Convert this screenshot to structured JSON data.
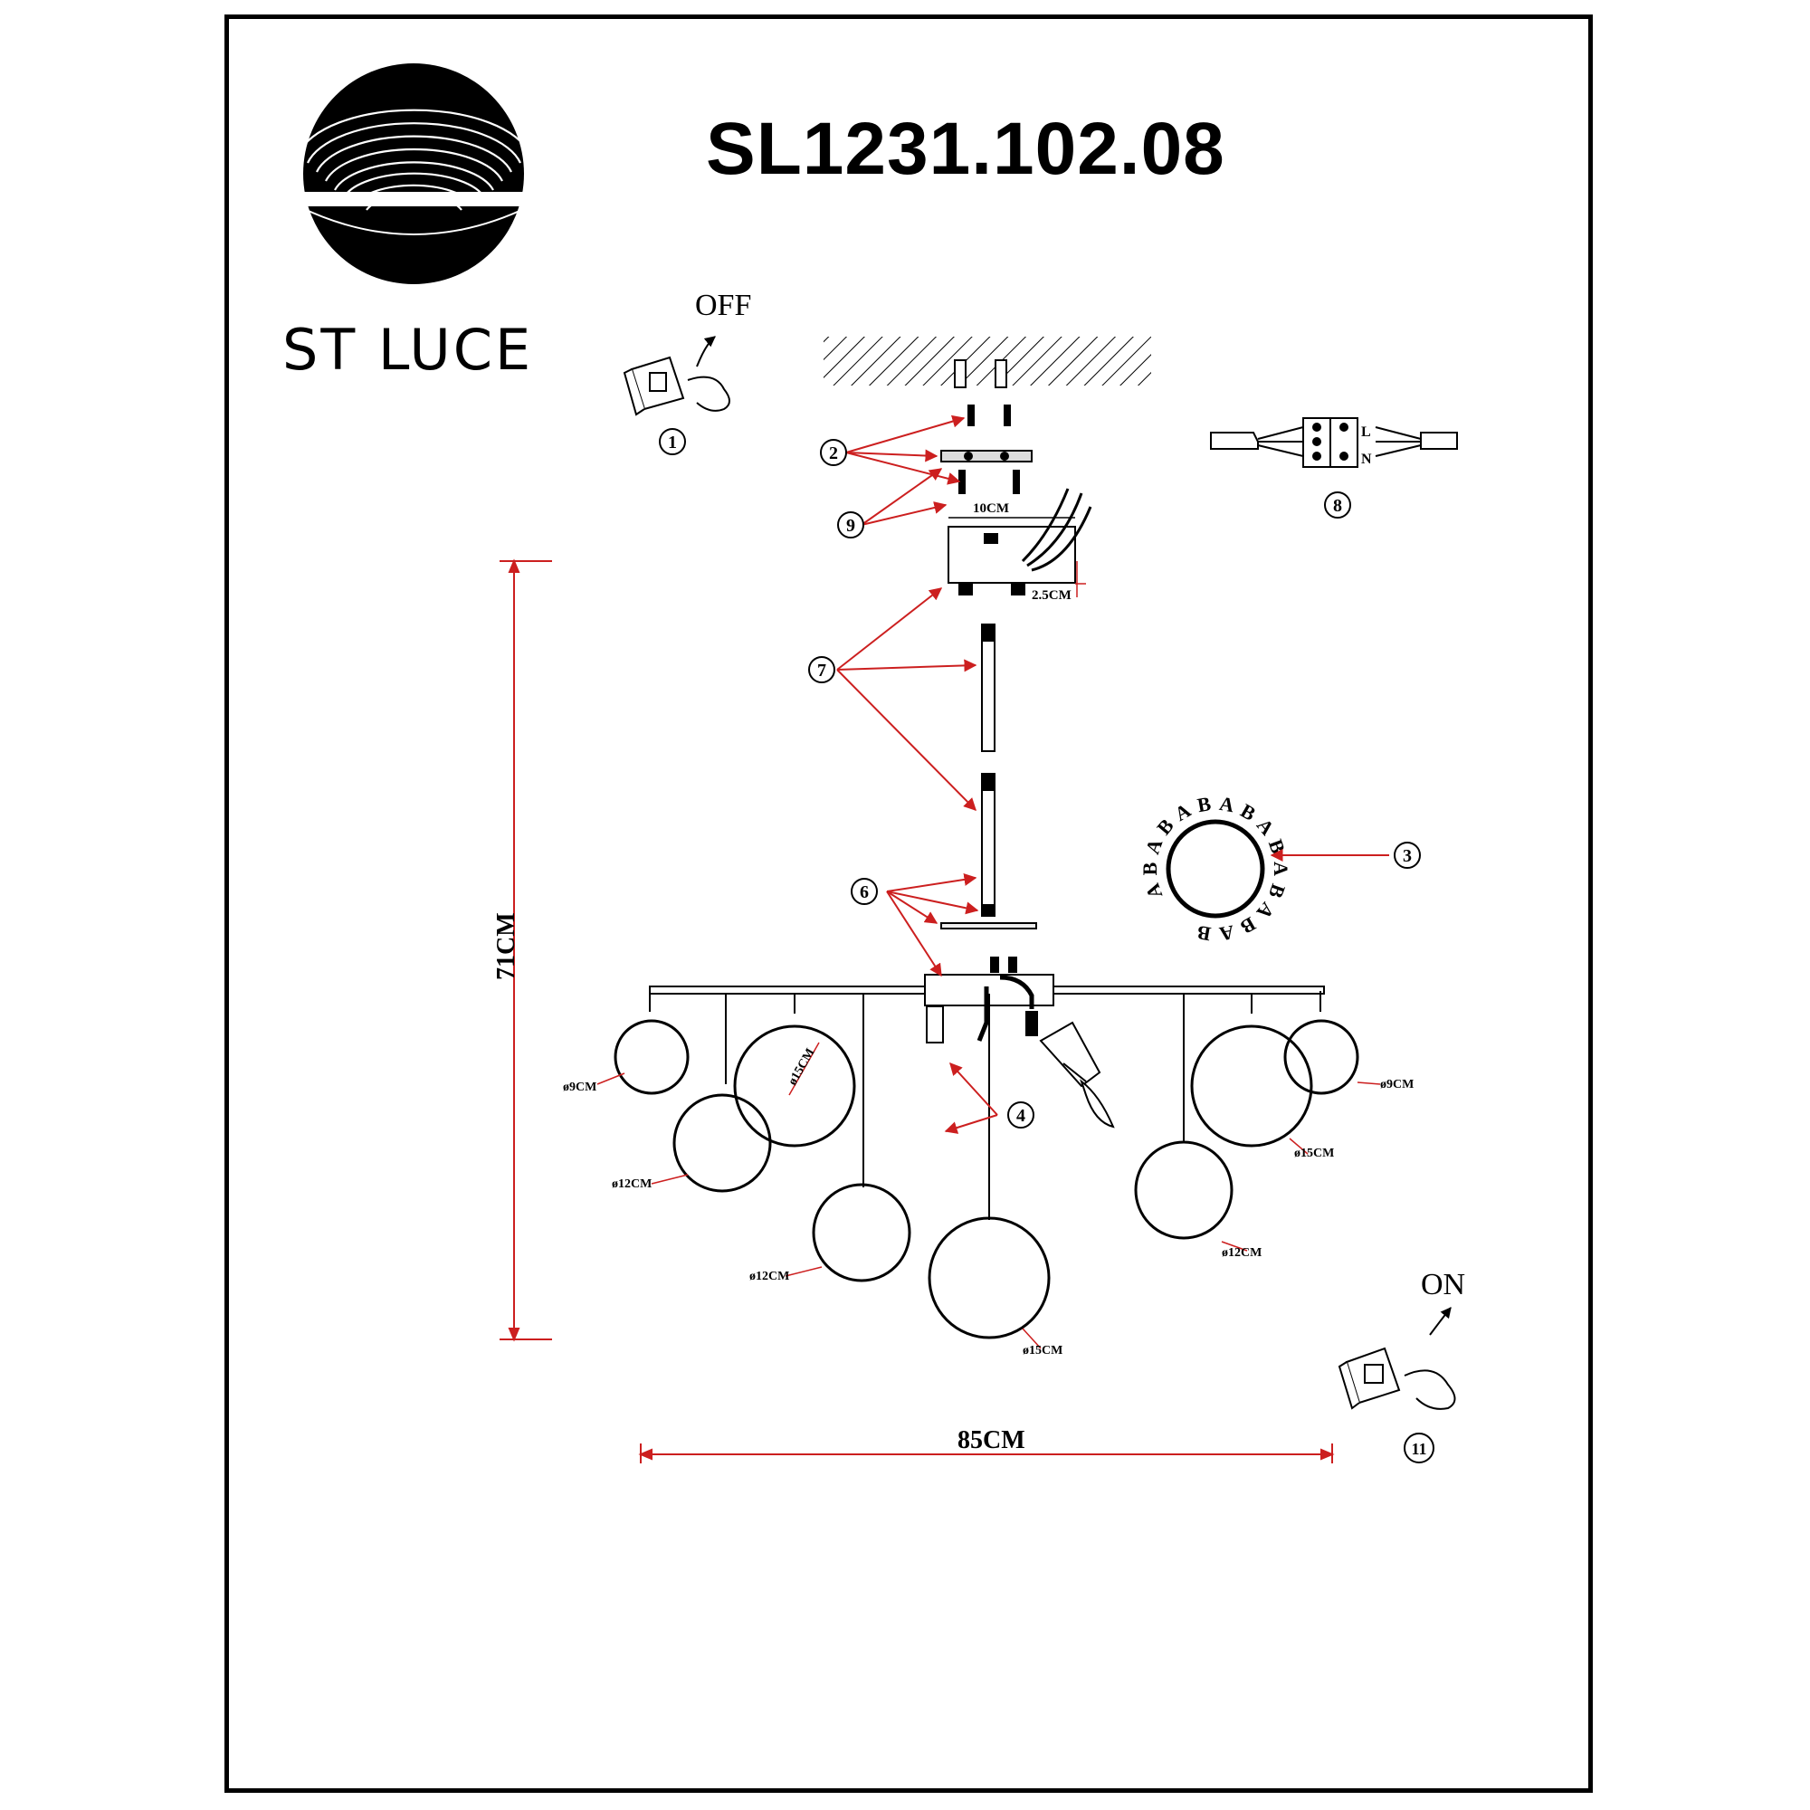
{
  "header": {
    "model": "SL1231.102.08",
    "brand": "ST LUCE"
  },
  "labels": {
    "off": "OFF",
    "on": "ON",
    "callouts": [
      "1",
      "2",
      "3",
      "4",
      "6",
      "7",
      "8",
      "9",
      "11"
    ]
  },
  "dimensions": {
    "height": "71CM",
    "width": "85CM",
    "canopy_width": "10CM",
    "canopy_height": "2.5CM"
  },
  "shades": {
    "ring_letters": [
      "A",
      "B",
      "A",
      "B",
      "A",
      "B",
      "A",
      "B",
      "A",
      "B",
      "A",
      "B",
      "A",
      "B",
      "A",
      "B"
    ],
    "diameters": [
      "ø9CM",
      "ø15CM",
      "ø12CM",
      "ø12CM",
      "ø15CM",
      "ø12CM",
      "ø15CM",
      "ø9CM"
    ]
  },
  "terminal": [
    "L",
    "N"
  ],
  "colors": {
    "line": "#000000",
    "callout": "#cc1f1f"
  }
}
